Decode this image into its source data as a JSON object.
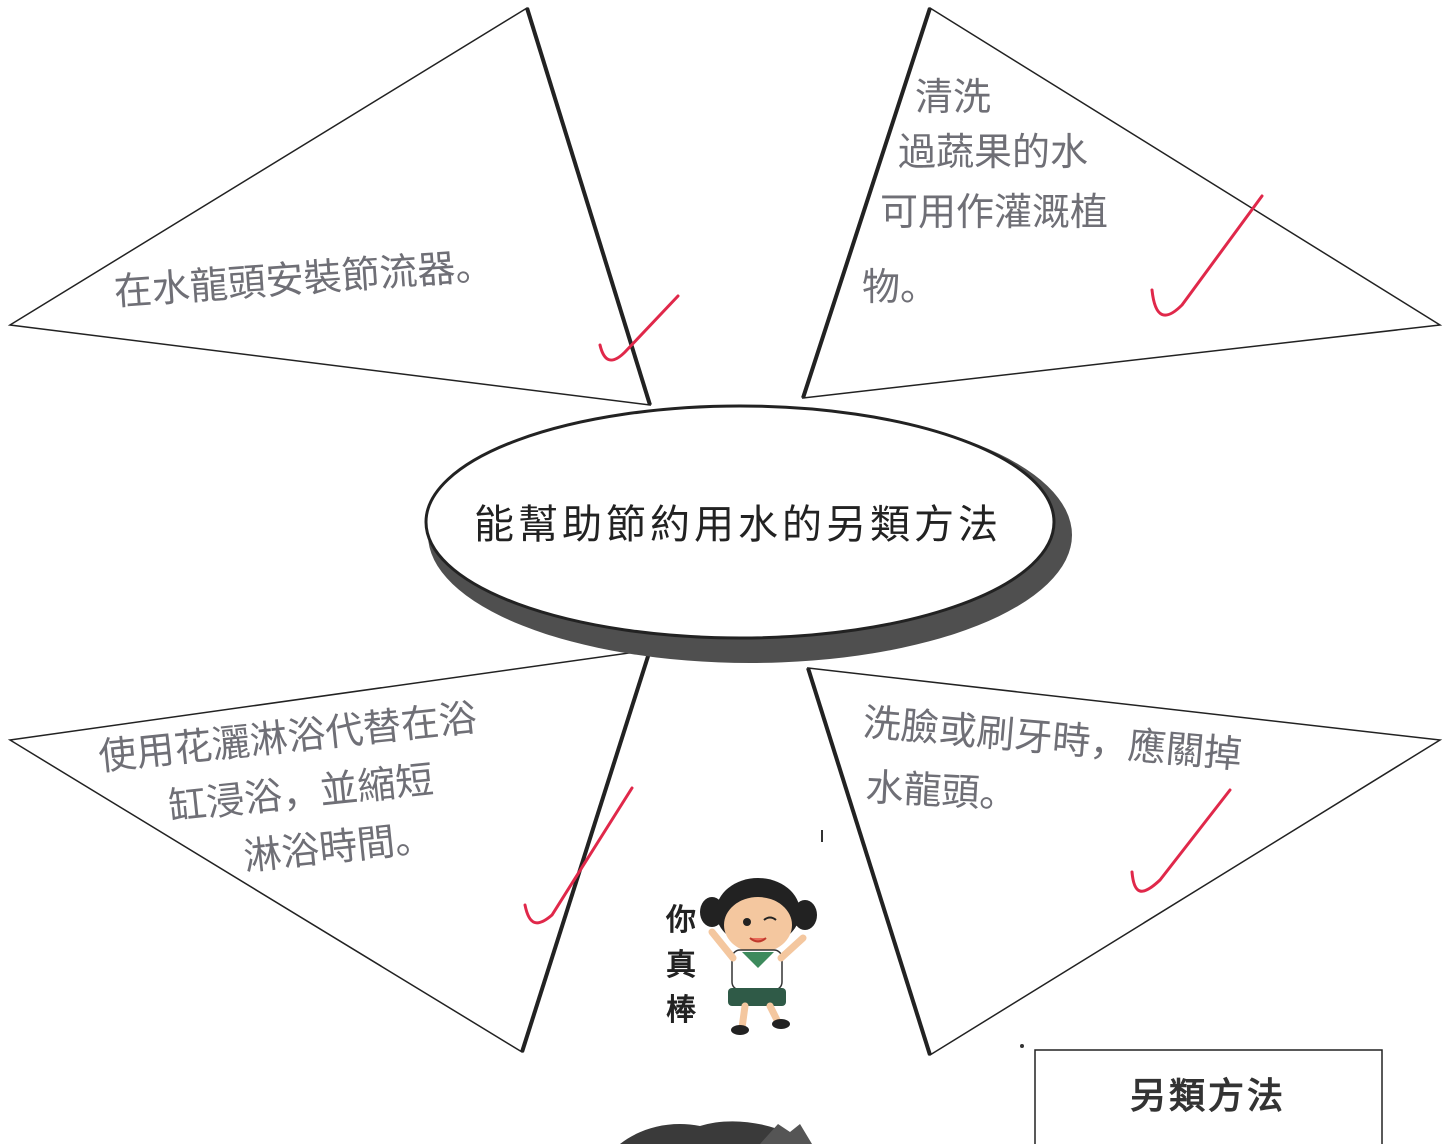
{
  "center": {
    "title": "能幫助節約用水的另類方法"
  },
  "branches": {
    "top_left": {
      "lines": [
        "在水龍頭安裝節流器。"
      ]
    },
    "top_right": {
      "lines": [
        "清洗",
        "過蔬果的水",
        "可用作灌溉植",
        "物。"
      ]
    },
    "bottom_left": {
      "lines": [
        "使用花灑淋浴代替在浴",
        "缸浸浴，並縮短",
        "淋浴時間。"
      ]
    },
    "bottom_right": {
      "lines": [
        "洗臉或刷牙時，應關掉",
        "水龍頭。"
      ]
    }
  },
  "sticker": {
    "chars": [
      "你",
      "真",
      "棒"
    ]
  },
  "label_box": {
    "text": "另類方法"
  },
  "colors": {
    "check_mark": "#e0284a",
    "outline": "#222222",
    "ellipse_shadow": "#5a5a5a"
  }
}
